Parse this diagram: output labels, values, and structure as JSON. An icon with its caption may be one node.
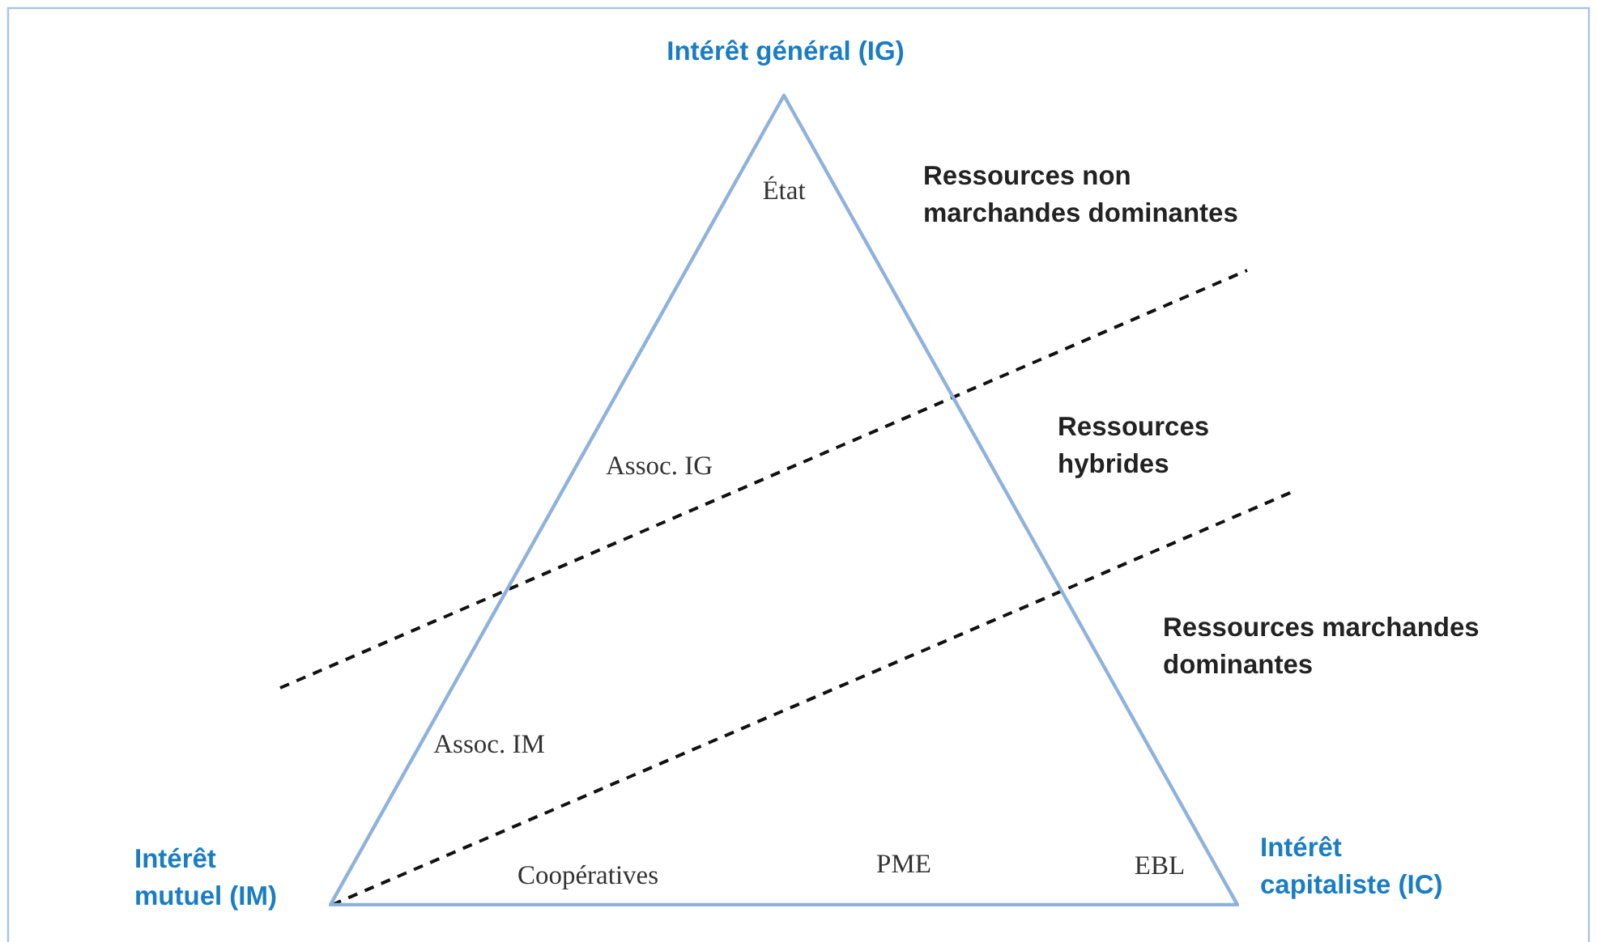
{
  "diagram": {
    "nodes": [
      {
        "text": [
          "État",
          "Assoc. IG",
          "Assoc. IM",
          "Coopératives",
          "PME",
          "EBL"
        ]
      }
    ],
    "labels": [
      "Intérêt général (IG)",
      "Ressources non marchandes dominantes",
      "Ressources hybrides",
      "Ressources marchandes dominantes",
      "Intérêt mutuel (IM)",
      "Intérêt capitaliste (IC)"
    ]
  }
}
